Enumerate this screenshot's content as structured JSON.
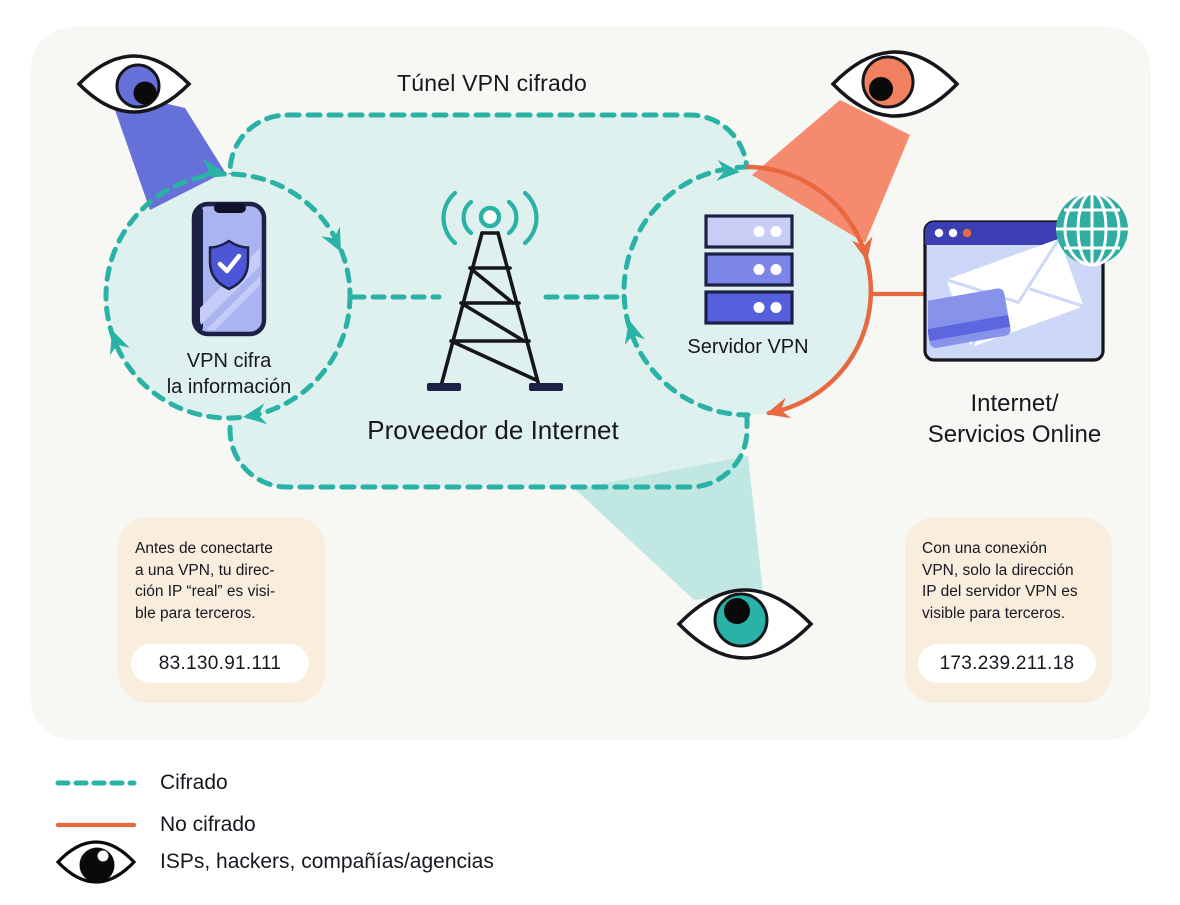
{
  "diagram": {
    "title": "Túnel VPN cifrado",
    "client_label": "VPN cifra\nla información",
    "isp_label": "Proveedor de Internet",
    "server_label": "Servidor VPN",
    "internet_label": "Internet/\nServicios Online"
  },
  "callouts": {
    "left": {
      "text": "Antes de conectarte\na una VPN, tu direc-\nción IP “real” es visi-\nble para terceros.",
      "ip": "83.130.91.111"
    },
    "right": {
      "text": "Con una conexión\nVPN, solo la dirección\nIP del servidor VPN es\nvisible para terceros.",
      "ip": "173.239.211.18"
    }
  },
  "legend": {
    "items": [
      {
        "swatch": "encrypted-dashed-line",
        "label": "Cifrado"
      },
      {
        "swatch": "unencrypted-solid-line",
        "label": "No cifrado"
      },
      {
        "swatch": "watcher-eye",
        "label": "ISPs, hackers, compañías/agencias"
      }
    ]
  },
  "colors": {
    "teal": "#2ab2a6",
    "mint": "#dff1ee",
    "cone_teal": "#c0e7e2",
    "orange": "#e86840",
    "salmon": "#f58a6e",
    "blue_purple": "#6570d8",
    "periwinkle": "#aab4f0",
    "stripe_light": "#c4ccf7",
    "indigo": "#4d56d6",
    "navy": "#1d2145",
    "ink": "#15151c",
    "browser_bar": "#3c3fb4",
    "browser_body": "#cdd7f8",
    "server_row_light": "#c7cdf5",
    "server_row_mid": "#7b86e8",
    "server_row_dark": "#5560dd",
    "globe": "#2fada0",
    "card_bg": "#f7f7f4",
    "cream": "#f9eede",
    "text": "#17171f"
  }
}
